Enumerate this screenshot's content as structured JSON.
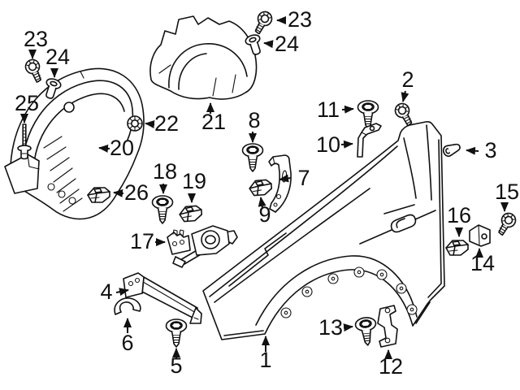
{
  "diagram": {
    "background_color": "#ffffff",
    "line_color": "#111111",
    "callouts": [
      {
        "id": "1",
        "label": "1"
      },
      {
        "id": "2",
        "label": "2"
      },
      {
        "id": "3",
        "label": "3"
      },
      {
        "id": "4",
        "label": "4"
      },
      {
        "id": "5",
        "label": "5"
      },
      {
        "id": "6",
        "label": "6"
      },
      {
        "id": "7",
        "label": "7"
      },
      {
        "id": "8",
        "label": "8"
      },
      {
        "id": "9",
        "label": "9"
      },
      {
        "id": "10",
        "label": "10"
      },
      {
        "id": "11",
        "label": "11"
      },
      {
        "id": "12",
        "label": "12"
      },
      {
        "id": "13",
        "label": "13"
      },
      {
        "id": "14",
        "label": "14"
      },
      {
        "id": "15",
        "label": "15"
      },
      {
        "id": "16",
        "label": "16"
      },
      {
        "id": "17",
        "label": "17"
      },
      {
        "id": "18",
        "label": "18"
      },
      {
        "id": "19",
        "label": "19"
      },
      {
        "id": "20",
        "label": "20"
      },
      {
        "id": "21",
        "label": "21"
      },
      {
        "id": "22",
        "label": "22"
      },
      {
        "id": "23-left",
        "label": "23"
      },
      {
        "id": "24-left",
        "label": "24"
      },
      {
        "id": "25",
        "label": "25"
      },
      {
        "id": "26",
        "label": "26"
      },
      {
        "id": "23-top",
        "label": "23"
      },
      {
        "id": "24-top",
        "label": "24"
      }
    ]
  }
}
